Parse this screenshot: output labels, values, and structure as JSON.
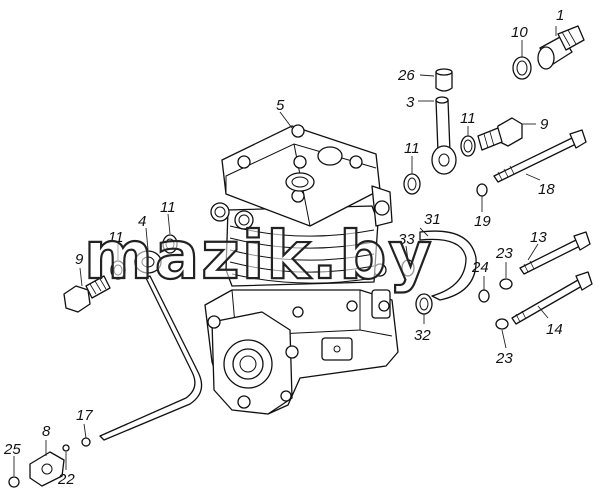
{
  "watermark": "mazik.by",
  "callouts": [
    {
      "id": "c1",
      "text": "1"
    },
    {
      "id": "c3",
      "text": "3"
    },
    {
      "id": "c4",
      "text": "4"
    },
    {
      "id": "c5",
      "text": "5"
    },
    {
      "id": "c8",
      "text": "8"
    },
    {
      "id": "c9a",
      "text": "9"
    },
    {
      "id": "c9b",
      "text": "9"
    },
    {
      "id": "c10",
      "text": "10"
    },
    {
      "id": "c11a",
      "text": "11"
    },
    {
      "id": "c11b",
      "text": "11"
    },
    {
      "id": "c11c",
      "text": "11"
    },
    {
      "id": "c11d",
      "text": "11"
    },
    {
      "id": "c13",
      "text": "13"
    },
    {
      "id": "c14",
      "text": "14"
    },
    {
      "id": "c17",
      "text": "17"
    },
    {
      "id": "c18",
      "text": "18"
    },
    {
      "id": "c19",
      "text": "19"
    },
    {
      "id": "c22",
      "text": "22"
    },
    {
      "id": "c23a",
      "text": "23"
    },
    {
      "id": "c23b",
      "text": "23"
    },
    {
      "id": "c24",
      "text": "24"
    },
    {
      "id": "c25",
      "text": "25"
    },
    {
      "id": "c26",
      "text": "26"
    },
    {
      "id": "c31",
      "text": "31"
    },
    {
      "id": "c32",
      "text": "32"
    },
    {
      "id": "c33",
      "text": "33"
    }
  ]
}
